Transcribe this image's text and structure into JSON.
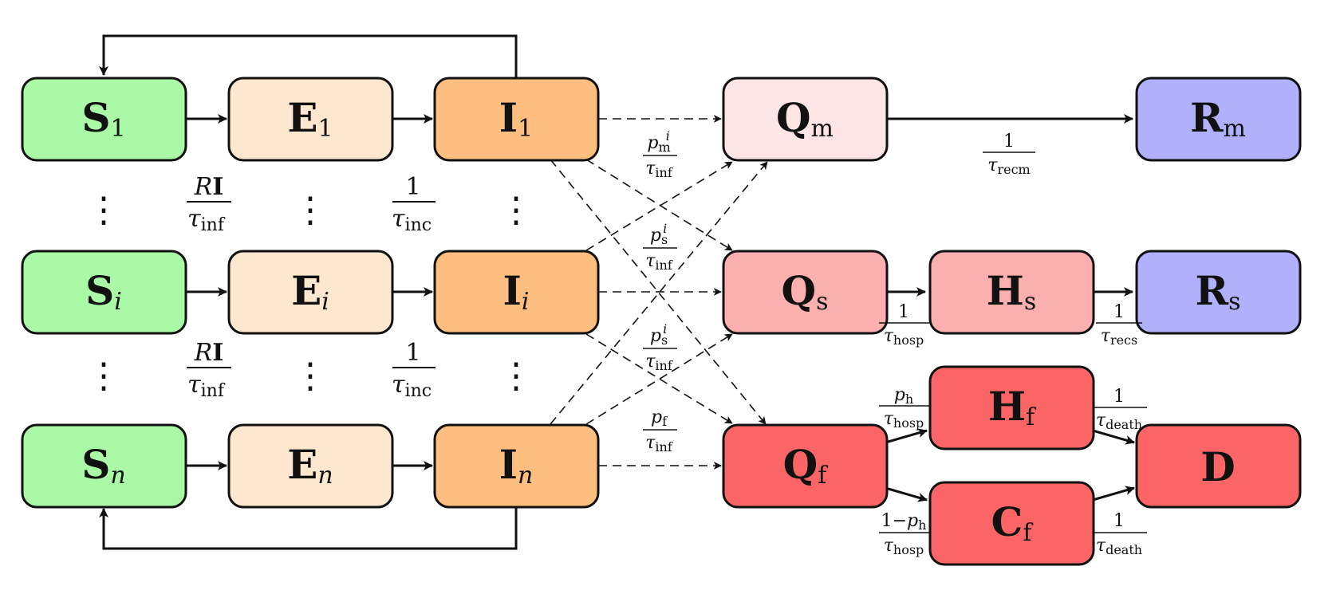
{
  "colors": {
    "susceptible": "#aaf9a6",
    "exposed": "#fee7cf",
    "infectious": "#fdbe80",
    "quarantine_mild": "#fde5e6",
    "quarantine_severe": "#fcafaf",
    "hospital_severe": "#fcafaf",
    "quarantine_fatal": "#fc6565",
    "hospital_fatal": "#fc6565",
    "critical_fatal": "#fc6565",
    "recovered": "#b0b0fd",
    "dead": "#fc6565",
    "stroke": "#111111"
  },
  "nodes": {
    "S1": {
      "main": "S",
      "sub": "1"
    },
    "E1": {
      "main": "E",
      "sub": "1"
    },
    "I1": {
      "main": "I",
      "sub": "1"
    },
    "Si": {
      "main": "S",
      "sub": "i"
    },
    "Ei": {
      "main": "E",
      "sub": "i"
    },
    "Ii": {
      "main": "I",
      "sub": "i"
    },
    "Sn": {
      "main": "S",
      "sub": "n"
    },
    "En": {
      "main": "E",
      "sub": "n"
    },
    "In": {
      "main": "I",
      "sub": "n"
    },
    "Qm": {
      "main": "Q",
      "sub": "m"
    },
    "Qs": {
      "main": "Q",
      "sub": "s"
    },
    "Qf": {
      "main": "Q",
      "sub": "f"
    },
    "Hs": {
      "main": "H",
      "sub": "s"
    },
    "Hf": {
      "main": "H",
      "sub": "f"
    },
    "Cf": {
      "main": "C",
      "sub": "f"
    },
    "Rm": {
      "main": "R",
      "sub": "m"
    },
    "Rs": {
      "main": "R",
      "sub": "s"
    },
    "D": {
      "main": "D",
      "sub": ""
    }
  },
  "ellipsis": "⋮",
  "labels": {
    "infection_rate": {
      "num_main": "R",
      "num_bold": "I",
      "den_main": "τ",
      "den_sub": "inf"
    },
    "incubation_rate": {
      "num": "1",
      "den_main": "τ",
      "den_sub": "inc"
    },
    "to_qm": {
      "num_main": "p",
      "num_sub": "m",
      "num_sup": "i",
      "den_main": "τ",
      "den_sub": "inf"
    },
    "to_qs": {
      "num_main": "p",
      "num_sub": "s",
      "num_sup": "i",
      "den_main": "τ",
      "den_sub": "inf"
    },
    "to_qs_2": {
      "num_main": "p",
      "num_sub": "s",
      "num_sup": "i",
      "den_main": "τ",
      "den_sub": "inf"
    },
    "to_qf": {
      "num_main": "p",
      "num_sub": "f",
      "den_main": "τ",
      "den_sub": "inf"
    },
    "recm": {
      "num": "1",
      "den_main": "τ",
      "den_sub": "recm"
    },
    "hosp_s": {
      "num": "1",
      "den_main": "τ",
      "den_sub": "hosp"
    },
    "recs": {
      "num": "1",
      "den_main": "τ",
      "den_sub": "recs"
    },
    "hosp_f": {
      "num_main": "p",
      "num_sub": "h",
      "den_main": "τ",
      "den_sub": "hosp"
    },
    "crit_f": {
      "num_prefix": "1−",
      "num_main": "p",
      "num_sub": "h",
      "den_main": "τ",
      "den_sub": "hosp"
    },
    "death_h": {
      "num": "1",
      "den_main": "τ",
      "den_sub": "death"
    },
    "death_c": {
      "num": "1",
      "den_main": "τ",
      "den_sub": "death"
    }
  }
}
